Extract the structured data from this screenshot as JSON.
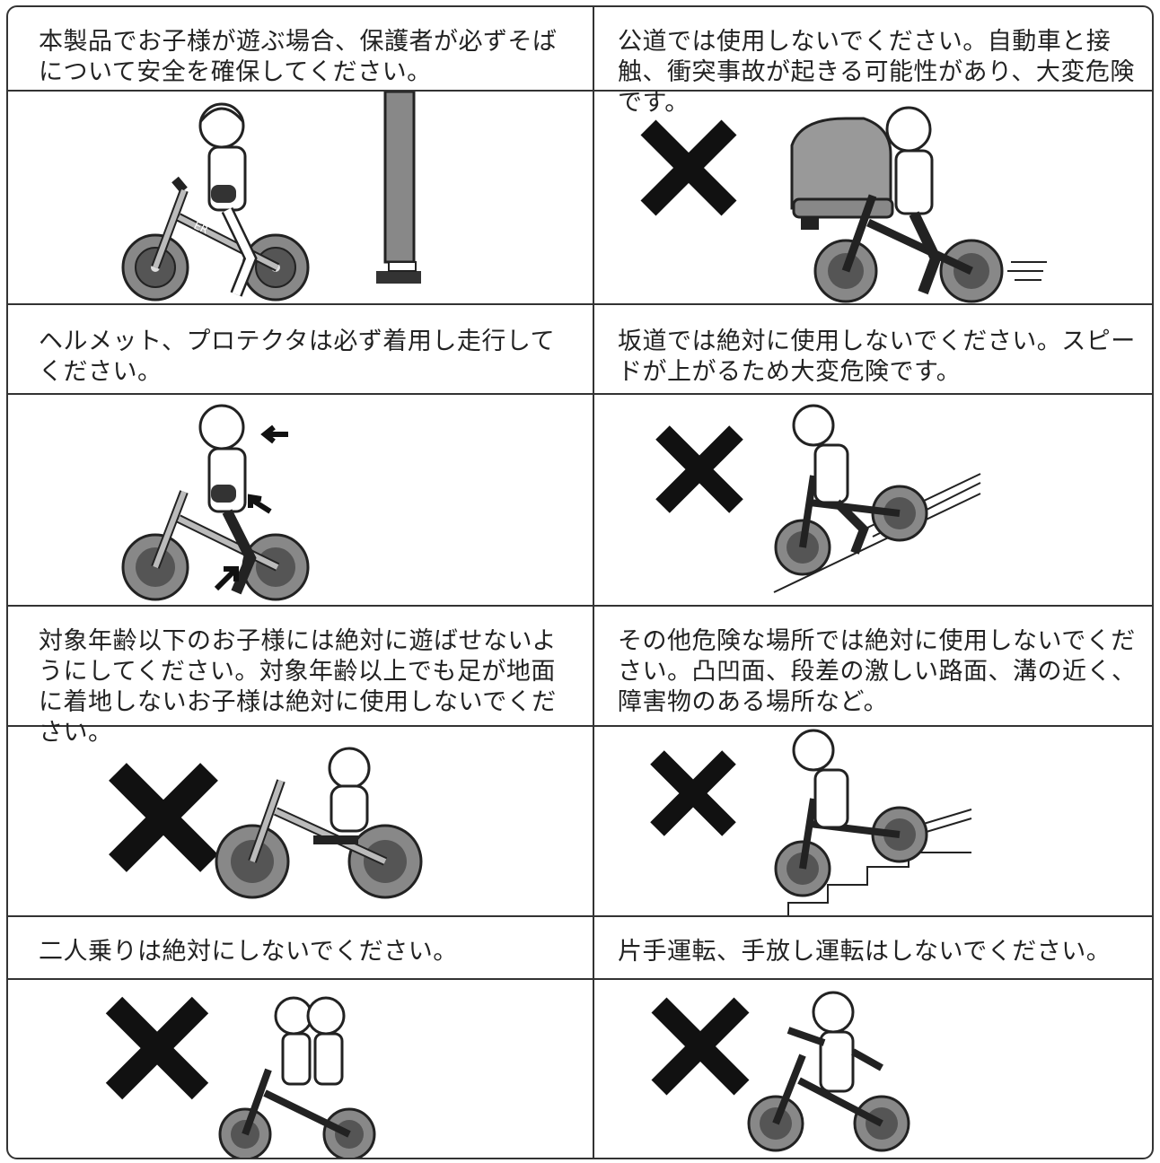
{
  "instructions": [
    "本製品でお子様が遊ぶ場合、保護者が必ずそばについて安全を確保してください。",
    "公道では使用しないでください。自動車と接触、衝突事故が起きる可能性があり、大変危険です。",
    "ヘルメット、プロテクタは必ず着用し走行してください。",
    "坂道では絶対に使用しないでください。スピードが上がるため大変危険です。",
    "対象年齢以下のお子様には絶対に遊ばせないようにしてください。対象年齢以上でも足が地面に着地しないお子様は絶対に使用しないでください。",
    "その他危険な場所では絶対に使用しないでください。凸凹面、段差の激しい路面、溝の近く、障害物のある場所など。",
    "二人乗りは絶対にしないでください。",
    "片手運転、手放し運転はしないでください。"
  ],
  "bike_logo": "ER"
}
